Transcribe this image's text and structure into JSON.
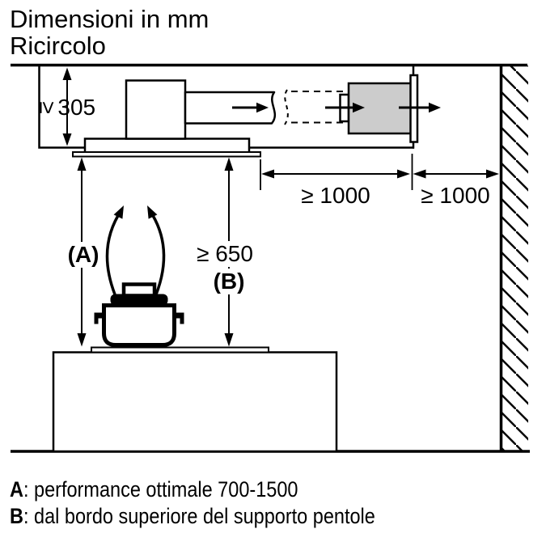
{
  "title": {
    "line1": "Dimensioni in mm",
    "line2": "Ricircolo"
  },
  "diagram_labels": {
    "min_height_top": {
      "symbol": "≥",
      "value": "305"
    },
    "min_dist_module": "≥ 1000",
    "min_dist_wall": "≥ 1000",
    "dim_a": "(A)",
    "min_height_b": "≥ 650",
    "dim_b": "(B)"
  },
  "notes": {
    "a": {
      "key": "A",
      "text": ": performance ottimale 700-1500"
    },
    "b": {
      "key": "B",
      "text": ": dal bordo superiore del supporto pentole"
    }
  },
  "colors": {
    "line": "#000000",
    "module_fill": "#cccccc",
    "background": "#ffffff"
  }
}
